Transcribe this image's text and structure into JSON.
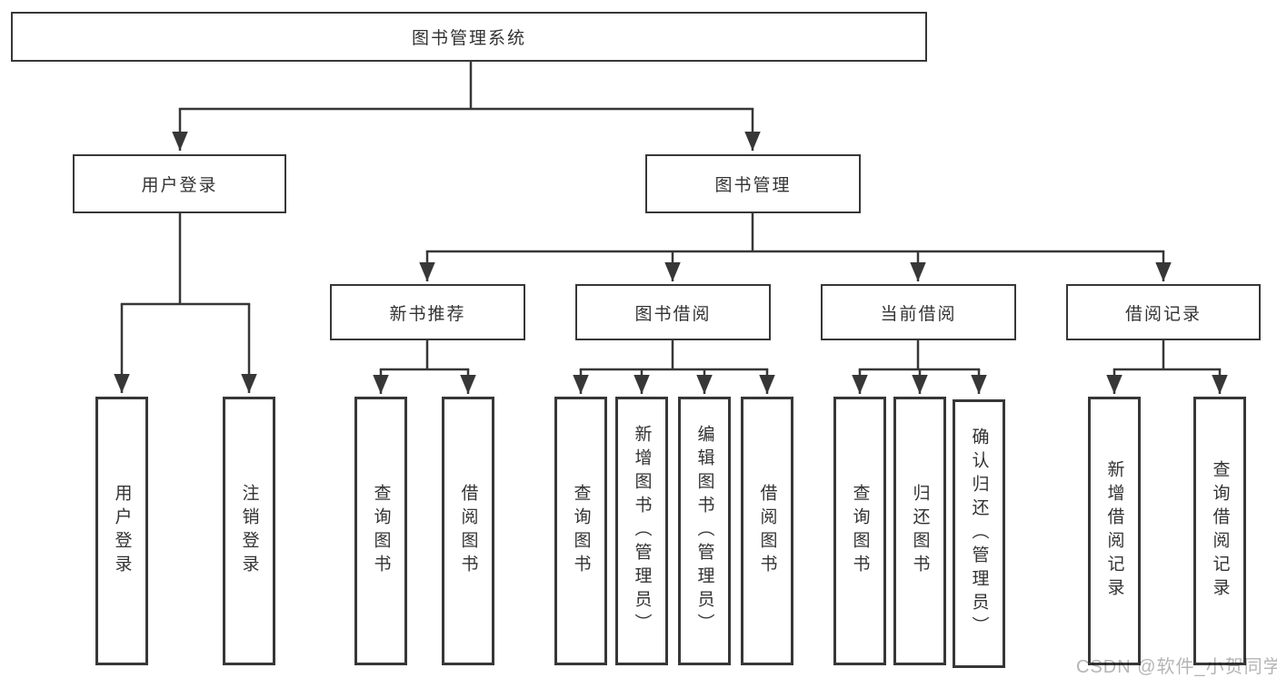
{
  "colors": {
    "line": "#373737",
    "text": "#333333",
    "watermark": "#b5b5b5",
    "background": "#ffffff"
  },
  "watermark": "CSDN @软件_小贺同学",
  "tree": {
    "root": "图书管理系统",
    "branches": [
      {
        "label": "用户登录",
        "children": [
          "用户登录",
          "注销登录"
        ]
      },
      {
        "label": "图书管理",
        "groups": [
          {
            "label": "新书推荐",
            "children": [
              "查询图书",
              "借阅图书"
            ]
          },
          {
            "label": "图书借阅",
            "children": [
              "查询图书",
              "新增图书（管理员）",
              "编辑图书（管理员）",
              "借阅图书"
            ]
          },
          {
            "label": "当前借阅",
            "children": [
              "查询图书",
              "归还图书",
              "确认归还（管理员）"
            ]
          },
          {
            "label": "借阅记录",
            "children": [
              "新增借阅记录",
              "查询借阅记录"
            ]
          }
        ]
      }
    ]
  }
}
